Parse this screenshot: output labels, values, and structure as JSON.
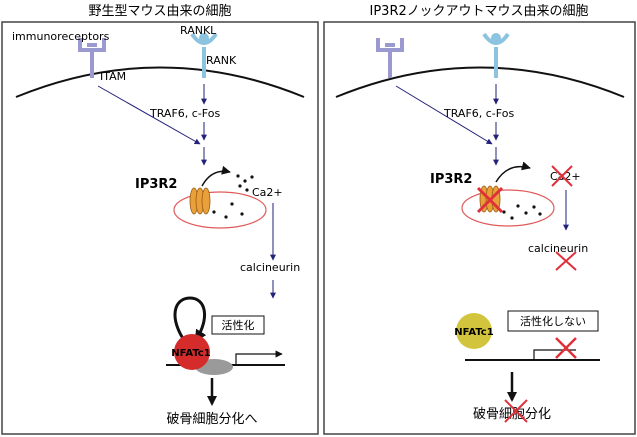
{
  "left": {
    "title": "野生型マウス由来の細胞",
    "immunoreceptors": "immunoreceptors",
    "itam": "ITAM",
    "rankl": "RANKL",
    "rank": "RANK",
    "traf": "TRAF6, c-Fos",
    "ip3r2": "IP3R2",
    "ca": "Ca2+",
    "calcineurin": "calcineurin",
    "activation": "活性化",
    "nfatc1": "NFATc1",
    "result": "破骨細胞分化へ"
  },
  "right": {
    "title": "IP3R2ノックアウトマウス由来の細胞",
    "traf": "TRAF6, c-Fos",
    "ip3r2": "IP3R2",
    "ca": "Ca2+",
    "calcineurin": "calcineurin",
    "no_activation": "活性化しない",
    "nfatc1": "NFATc1",
    "result": "破骨細胞分化"
  },
  "colors": {
    "arrow": "#22227a",
    "receptor": "#9a9ad0",
    "rank_receptor": "#8cc4e0",
    "cross": "#e0313b",
    "er": "#e05a5a",
    "channel": "#e8a03a",
    "nfatc1_red": "#d52b2b",
    "nfatc1_yellow": "#d2c43c",
    "grey": "#9a9a9a"
  }
}
